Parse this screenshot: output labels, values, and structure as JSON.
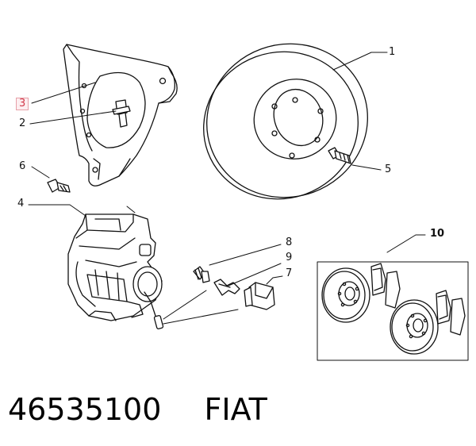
{
  "callouts": {
    "c1": "1",
    "c2": "2",
    "c3": "3",
    "c4": "4",
    "c5": "5",
    "c6": "6",
    "c7": "7",
    "c8": "8",
    "c9": "9",
    "c10": "10"
  },
  "highlight_color": "#d23a4a",
  "footer": {
    "part_number": "46535100",
    "brand": "FIAT"
  }
}
